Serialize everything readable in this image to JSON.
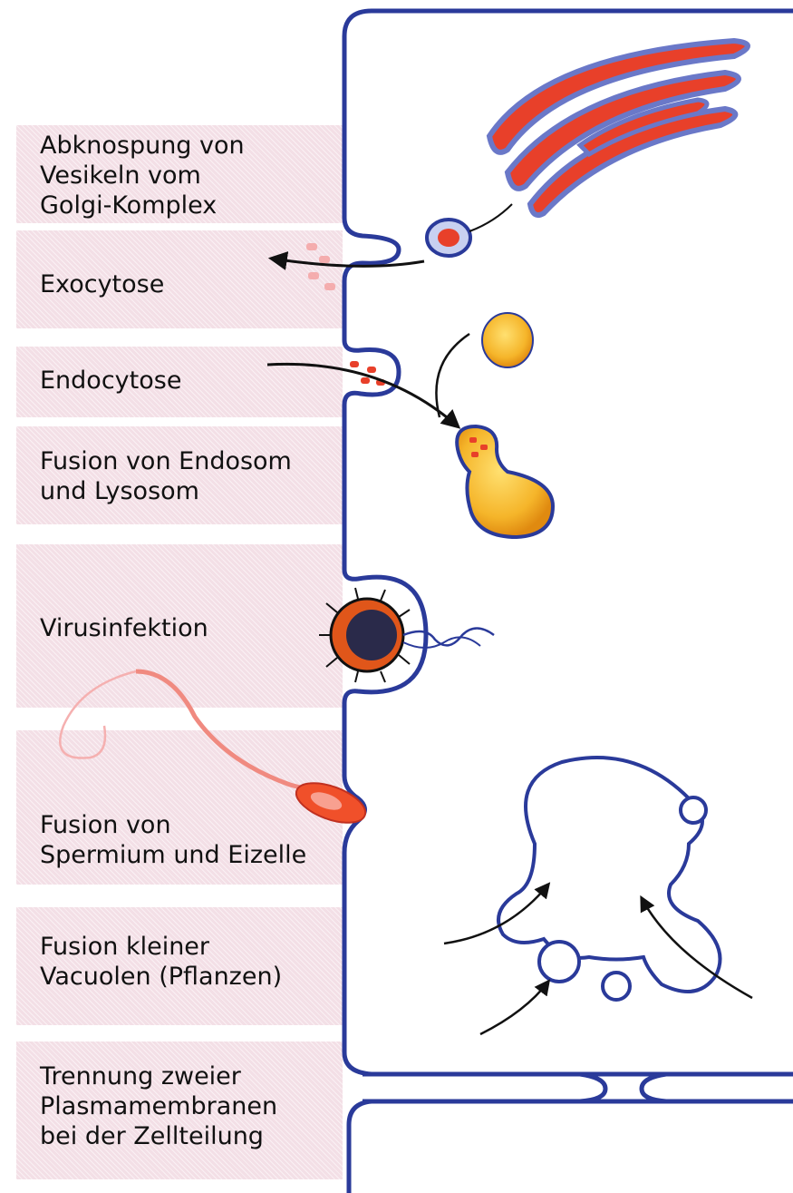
{
  "labels": {
    "golgi": "Abknospung von\nVesikeln vom\nGolgi-Komplex",
    "exocytose": "Exocytose",
    "endocytose": "Endocytose",
    "fusion_endosom": "Fusion von Endosom\nund Lysosom",
    "virus": "Virusinfektion",
    "spermium": "Fusion von\nSpermium und Eizelle",
    "vacuolen": "Fusion kleiner\nVacuolen (Pflanzen)",
    "zellteilung": "Trennung zweier\nPlasmamembranen\nbei der Zellteilung"
  },
  "colors": {
    "membrane": "#2a3a9a",
    "vesicle_red": "#e8402a",
    "lysosome": "#f5b52a",
    "band": "#f3dfe6"
  }
}
